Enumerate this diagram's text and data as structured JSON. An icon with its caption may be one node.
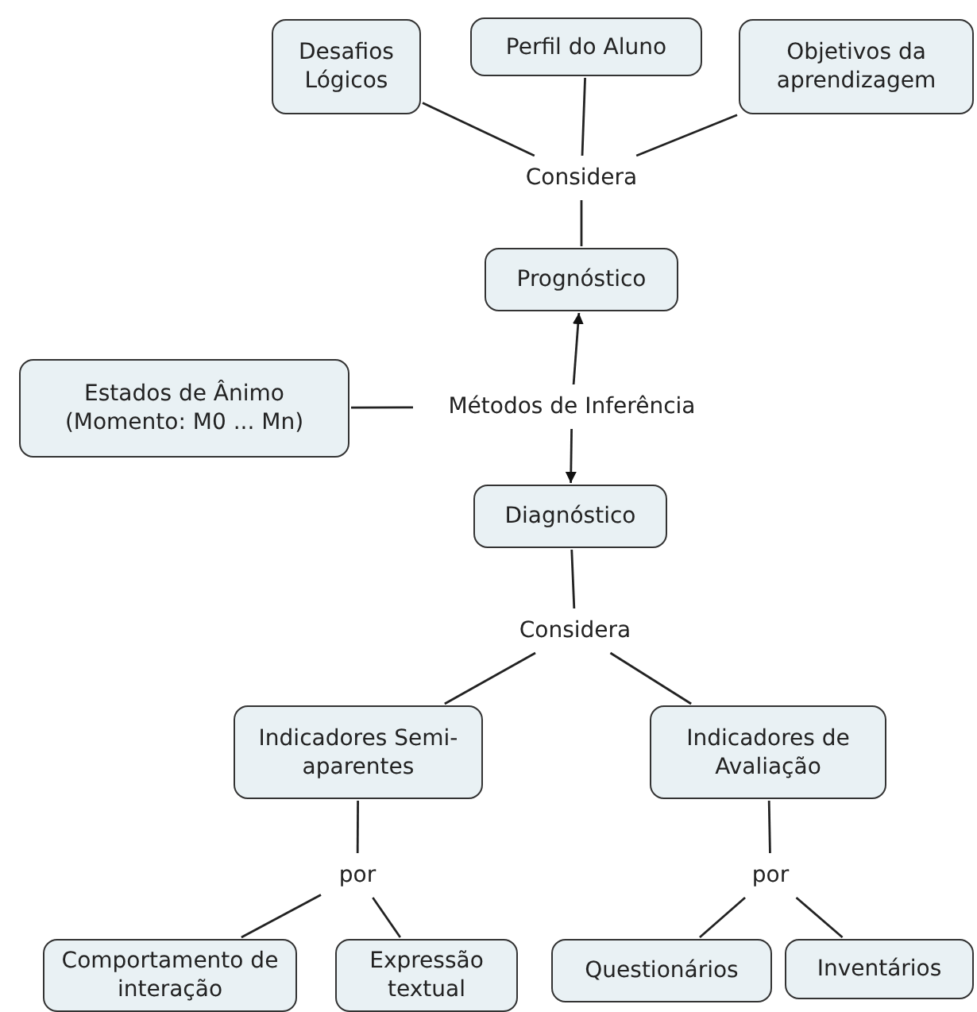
{
  "diagram": {
    "nodes": [
      {
        "text": [
          "Desafios Lógicos"
        ]
      },
      {
        "text": [
          "Perfil do Aluno"
        ]
      },
      {
        "text": [
          "Objetivos da aprendizagem"
        ]
      },
      {
        "text": [
          "Considera"
        ]
      },
      {
        "text": [
          "Prognóstico"
        ]
      },
      {
        "text": [
          "Estados de Ânimo (Momento: M0 ... Mn)"
        ]
      },
      {
        "text": [
          "Métodos de Inferência"
        ]
      },
      {
        "text": [
          "Diagnóstico"
        ]
      },
      {
        "text": [
          "Considera"
        ]
      },
      {
        "text": [
          "Indicadores Semi-aparentes"
        ]
      },
      {
        "text": [
          "Indicadores de Avaliação"
        ]
      },
      {
        "text": [
          "por"
        ]
      },
      {
        "text": [
          "por"
        ]
      },
      {
        "text": [
          "Comportamento de interação"
        ]
      },
      {
        "text": [
          "Expressão textual"
        ]
      },
      {
        "text": [
          "Questionários"
        ]
      },
      {
        "text": [
          "Inventários"
        ]
      }
    ],
    "edges": [
      {
        "from": 0,
        "to": 3,
        "arrow": "none"
      },
      {
        "from": 1,
        "to": 3,
        "arrow": "none"
      },
      {
        "from": 2,
        "to": 3,
        "arrow": "none"
      },
      {
        "from": 3,
        "to": 4,
        "arrow": "none"
      },
      {
        "from": 5,
        "to": 6,
        "arrow": "none"
      },
      {
        "from": 6,
        "to": 4,
        "arrow": "to"
      },
      {
        "from": 6,
        "to": 7,
        "arrow": "to"
      },
      {
        "from": 7,
        "to": 8,
        "arrow": "none"
      },
      {
        "from": 8,
        "to": 9,
        "arrow": "none"
      },
      {
        "from": 8,
        "to": 10,
        "arrow": "none"
      },
      {
        "from": 9,
        "to": 11,
        "arrow": "none"
      },
      {
        "from": 11,
        "to": 13,
        "arrow": "none"
      },
      {
        "from": 11,
        "to": 14,
        "arrow": "none"
      },
      {
        "from": 10,
        "to": 12,
        "arrow": "none"
      },
      {
        "from": 12,
        "to": 15,
        "arrow": "none"
      },
      {
        "from": 12,
        "to": 16,
        "arrow": "none"
      }
    ]
  }
}
